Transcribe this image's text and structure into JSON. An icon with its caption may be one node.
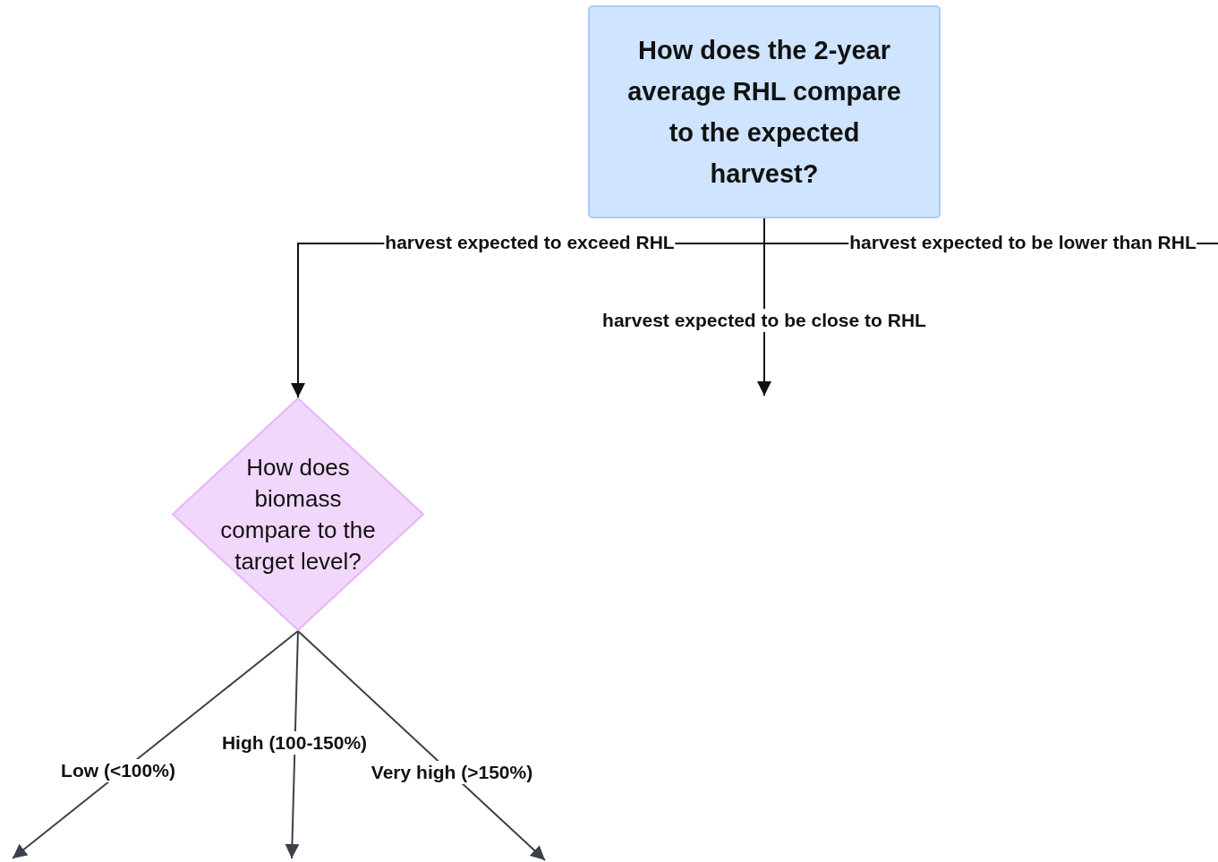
{
  "diagram": {
    "nodes": [
      {
        "text": [
          "How does the 2-year average RHL compare to the expected harvest?"
        ]
      },
      {
        "text": [
          "How does biomass compare to the target level?"
        ]
      }
    ],
    "edges": [
      {
        "from": 0,
        "to": 1,
        "arrow": "to",
        "label": "harvest expected to exceed RHL"
      },
      {
        "from": 0,
        "to": null,
        "arrow": "to",
        "label": "harvest expected to be close to RHL"
      },
      {
        "from": 0,
        "to": null,
        "arrow": "none",
        "label": "harvest expected to be lower than RHL"
      },
      {
        "from": 1,
        "to": null,
        "arrow": "to",
        "label": "Low (<100%)",
        "color": "#3a414a"
      },
      {
        "from": 1,
        "to": null,
        "arrow": "to",
        "label": "High (100-150%)",
        "color": "#3a414a"
      },
      {
        "from": 1,
        "to": null,
        "arrow": "to",
        "label": "Very high (>150%)",
        "color": "#3a414a"
      }
    ]
  }
}
